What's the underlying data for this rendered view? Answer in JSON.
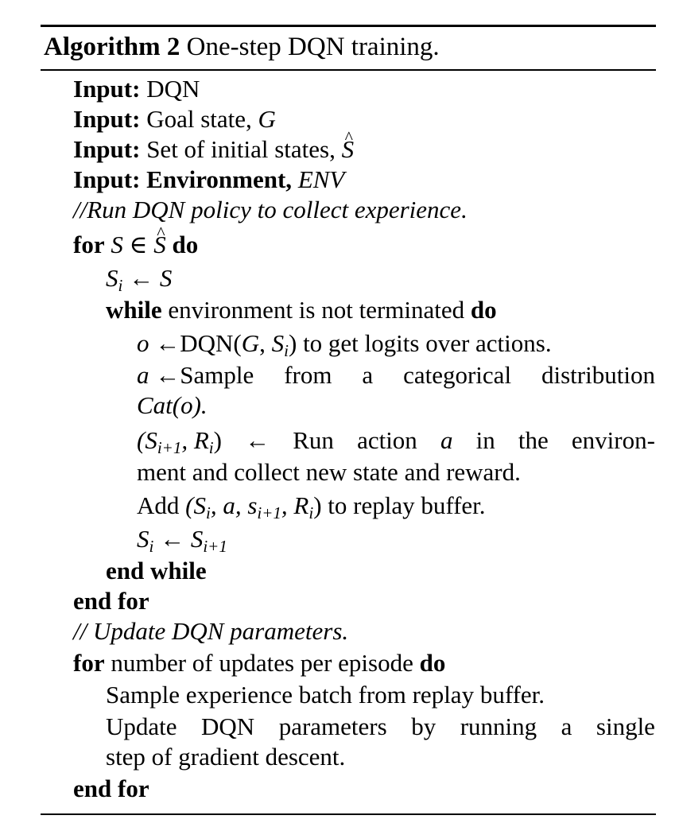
{
  "caption": {
    "label": "Algorithm 2",
    "title": "One-step DQN training."
  },
  "lines": {
    "in1_kw": "Input:",
    "in1_text": "DQN",
    "in2_kw": "Input:",
    "in2_text": "Goal state,",
    "in2_var": "G",
    "in3_kw": "Input:",
    "in3_text": "Set of initial states,",
    "in3_var": "S",
    "in4_kw": "Input: Environment,",
    "in4_var": "ENV",
    "c1": "//Run DQN policy to collect experience.",
    "for1_kw": "for",
    "for1_s": "S",
    "for1_in": "∈",
    "for1_shat": "S",
    "for1_do": "do",
    "a1_s": "S",
    "a1_i": "i",
    "a1_arrow": "←",
    "a1_rhs": "S",
    "w_kw": "while",
    "w_text": "environment is not terminated",
    "w_do": "do",
    "o1_var": "o",
    "o1_arrow": "←",
    "o1_fn": "DQN(",
    "o1_g": "G",
    "o1_comma": ",",
    "o1_s": "S",
    "o1_i": "i",
    "o1_close": ")",
    "o1_text": "to get logits over actions.",
    "a2_var": "a",
    "a2_arrow": "←Sample",
    "a2_w1": "from",
    "a2_w2": "a",
    "a2_w3": "categorical",
    "a2_w4": "distribution",
    "a3_cat": "Cat(o).",
    "r1_lhs": "(S",
    "r1_sub1": "i+1",
    "r1_mid": ", R",
    "r1_sub2": "i",
    "r1_close": ")",
    "r1_arrow": "←",
    "r1_w1": "Run",
    "r1_w2": "action",
    "r1_a": "a",
    "r1_w3": "in",
    "r1_w4": "the",
    "r1_w5": "environ-",
    "r2_text": "ment and collect new state and reward.",
    "add_text": "Add",
    "add_tuple_a": "(S",
    "add_sub1": "i",
    "add_tuple_b": ", a, s",
    "add_sub2": "i+1",
    "add_tuple_c": ", R",
    "add_sub3": "i",
    "add_tuple_d": ")",
    "add_rest": "to replay buffer.",
    "a4_s": "S",
    "a4_i": "i",
    "a4_arrow": "←",
    "a4_rhs": "S",
    "a4_sub": "i+1",
    "ew_kw": "end while",
    "ef_kw": "end for",
    "c2": "// Update DQN parameters.",
    "for2_kw": "for",
    "for2_text": "number of updates per episode",
    "for2_do": "do",
    "s1_text": "Sample experience batch from replay buffer.",
    "u1_w1": "Update",
    "u1_w2": "DQN",
    "u1_w3": "parameters",
    "u1_w4": "by",
    "u1_w5": "running",
    "u1_w6": "a",
    "u1_w7": "single",
    "u2_text": "step of gradient descent.",
    "ef2_kw": "end for"
  }
}
